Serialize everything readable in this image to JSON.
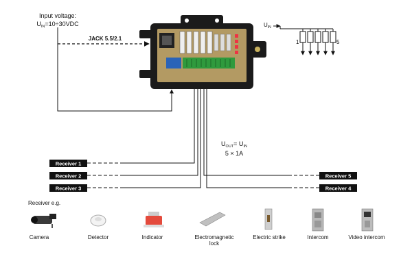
{
  "input": {
    "line1": "Input voltage:",
    "u": "U",
    "u_sub": "IN",
    "line2_rest": "=10÷30VDC"
  },
  "jack_label": "JACK 5.5/2.1",
  "uin_schematic": {
    "u": "U",
    "u_sub": "IN",
    "num_left": "1",
    "num_right": "5"
  },
  "uout": {
    "u": "U",
    "sub_out": "OUT",
    "eq": "= U",
    "sub_in": "IN",
    "line2": "5 × 1A"
  },
  "receivers_left": [
    "Receiver 1",
    "Receiver 2",
    "Receiver 3"
  ],
  "receivers_right": [
    "Receiver 5",
    "Receiver 4"
  ],
  "receiver_eg": "Receiver e.g.",
  "devices": [
    {
      "label": "Camera",
      "icon": "camera-icon"
    },
    {
      "label": "Detector",
      "icon": "detector-icon"
    },
    {
      "label": "Indicator",
      "icon": "indicator-icon"
    },
    {
      "label": "Electromagnetic",
      "label2": "lock",
      "icon": "electromagnetic-lock-icon"
    },
    {
      "label": "Electric strike",
      "icon": "electric-strike-icon"
    },
    {
      "label": "Intercom",
      "icon": "intercom-icon"
    },
    {
      "label": "Video intercom",
      "icon": "video-intercom-icon"
    }
  ],
  "colors": {
    "pcb": "#b39a63",
    "enclosure": "#1b1b1b",
    "terminal_green": "#2f9a3d",
    "terminal_blue": "#2a63b8",
    "fuse_white": "#efefef"
  }
}
